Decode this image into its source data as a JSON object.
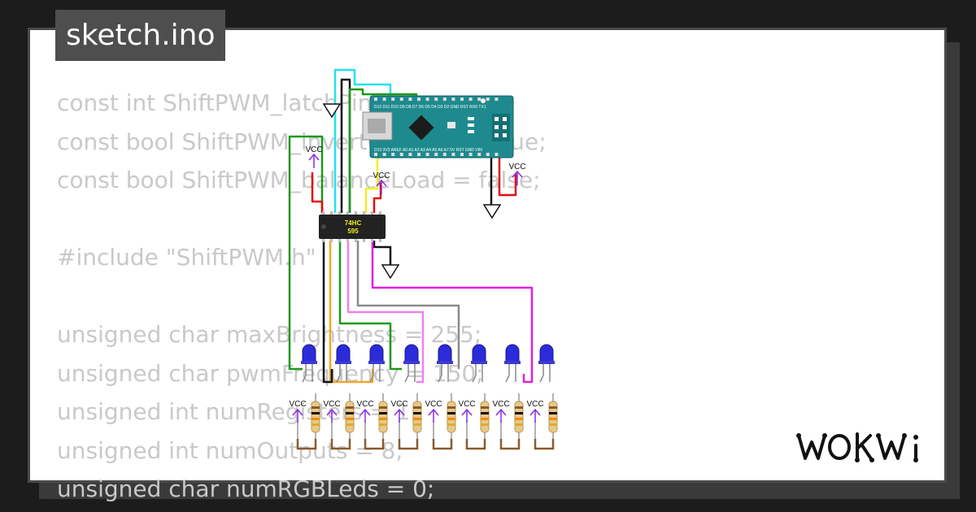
{
  "tab": {
    "title": "sketch.ino"
  },
  "code_lines": [
    "const int ShiftPWM_latchPin = 8;",
    "const bool ShiftPWM_invertOutputs = true;",
    "const bool ShiftPWM_balanceLoad = false;",
    "",
    "#include \"ShiftPWM.h\"",
    "",
    "unsigned char maxBrightness = 255;",
    "unsigned char pwmFrequency = 150;",
    "unsigned int numRegisters = 1;",
    "unsigned int numOutputs = 8;",
    "unsigned char numRGBLeds = 0;"
  ],
  "circuit": {
    "arduino": {
      "top_pins": "D12 D11 D10 D9 D8 D7 D6 D5 D4 D3 D2 GND RST RX0 TX1",
      "bottom_pins": "D13 3V3 AREF A0 A1 A2 A3 A4 A5 A6 A7 5V RST GND VIN",
      "board_color": "#1e8a8f"
    },
    "shift_register": {
      "line1": "74HC",
      "line2": "595"
    },
    "vcc_label": "VCC",
    "led_count": 8,
    "resistor_count": 8,
    "led_color": "#2b2bd9"
  },
  "logo": {
    "text": "WOKWi"
  },
  "colors": {
    "background": "#1c1c1c",
    "tab_bg": "#4e4e4e",
    "code_text": "#c9c9c9",
    "vcc_purple": "#8a2be2",
    "wire_red": "#e01010",
    "wire_cyan": "#25e1f0",
    "wire_green": "#1a9a1a",
    "wire_yellow": "#f4ee22",
    "wire_magenta": "#e020e0",
    "wire_orange": "#f5a623",
    "wire_pink": "#f080f0",
    "wire_gray": "#8a8a8a",
    "wire_brown": "#8b5a2b"
  }
}
